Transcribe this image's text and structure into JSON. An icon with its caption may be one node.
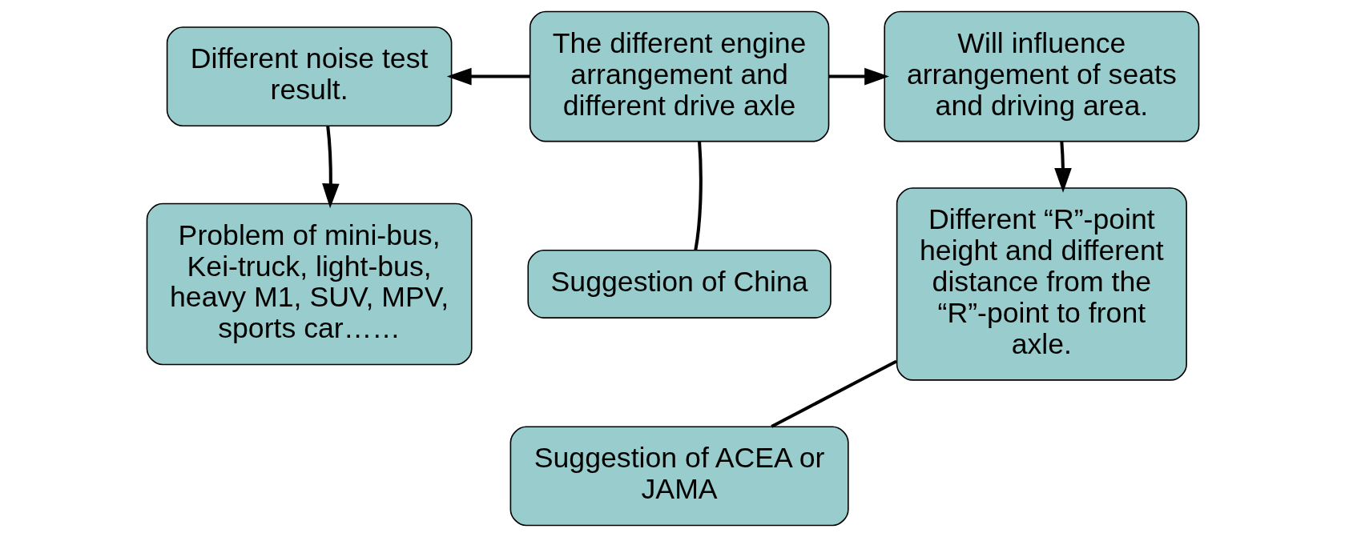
{
  "diagram": {
    "nodes": [
      {
        "text": [
          "Different noise test result."
        ]
      },
      {
        "text": [
          "The different engine arrangement and different drive axle"
        ]
      },
      {
        "text": [
          "Will influence arrangement of seats and driving area."
        ]
      },
      {
        "text": [
          "Problem of mini-bus, Kei-truck, light-bus, heavy M1, SUV, MPV, sports car……"
        ]
      },
      {
        "text": [
          "Suggestion of China"
        ]
      },
      {
        "text": [
          "Suggestion of ACEA or JAMA"
        ]
      },
      {
        "text": [
          "Different “R”-point height and different distance from the “R”-point to front axle."
        ]
      }
    ],
    "edges": [
      {
        "from": 1,
        "to": 0,
        "arrow": "to"
      },
      {
        "from": 1,
        "to": 2,
        "arrow": "to"
      },
      {
        "from": 0,
        "to": 3,
        "arrow": "to"
      },
      {
        "from": 2,
        "to": 6,
        "arrow": "to"
      },
      {
        "from": 4,
        "to": 1,
        "arrow": "none"
      },
      {
        "from": 5,
        "to": 6,
        "arrow": "none"
      }
    ]
  }
}
